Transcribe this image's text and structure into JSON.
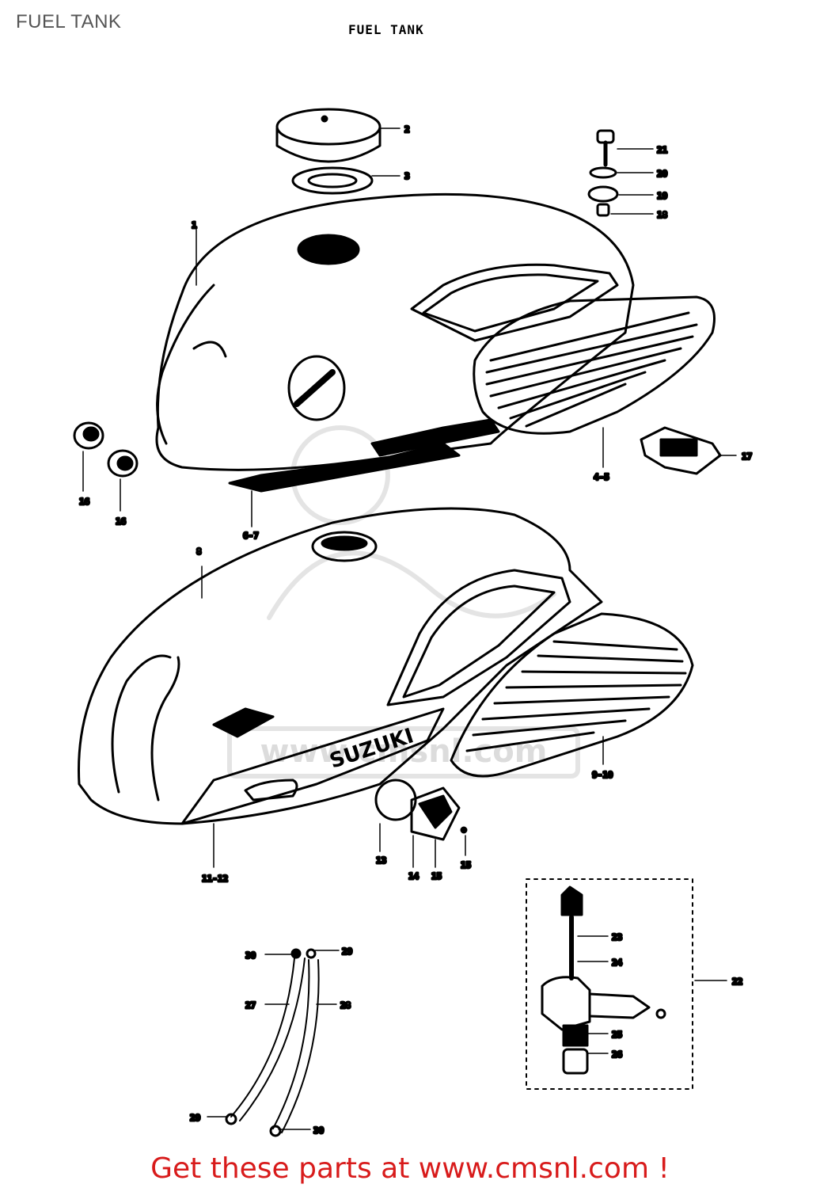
{
  "page_title": "FUEL TANK",
  "diagram_title": "FUEL TANK",
  "watermark": "www.cmsnl.com",
  "footer_text": "Get these parts at www.cmsnl.com !",
  "callouts": [
    "2",
    "3",
    "21",
    "20",
    "19",
    "18",
    "1",
    "4-5",
    "17",
    "16",
    "16",
    "6-7",
    "8",
    "9-10",
    "11-12",
    "13",
    "14",
    "15",
    "15",
    "22",
    "23",
    "24",
    "25",
    "26",
    "30",
    "29",
    "27",
    "28",
    "29",
    "30"
  ]
}
